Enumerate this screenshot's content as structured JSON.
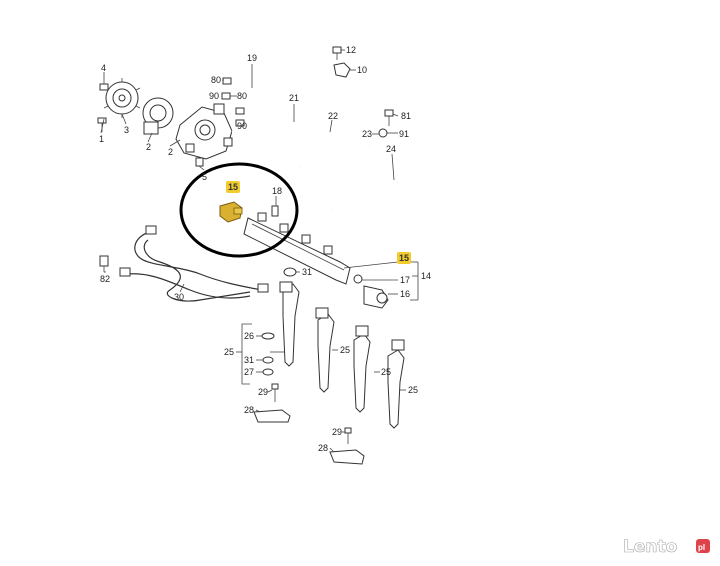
{
  "callouts": [
    {
      "id": "c4",
      "text": "4"
    },
    {
      "id": "c1",
      "text": "1"
    },
    {
      "id": "c3",
      "text": "3"
    },
    {
      "id": "c2a",
      "text": "2"
    },
    {
      "id": "c2b",
      "text": "2"
    },
    {
      "id": "c5",
      "text": "5"
    },
    {
      "id": "c80",
      "text": "80"
    },
    {
      "id": "c90a",
      "text": "90"
    },
    {
      "id": "c80b",
      "text": "80"
    },
    {
      "id": "c90b",
      "text": "90"
    },
    {
      "id": "c19",
      "text": "19"
    },
    {
      "id": "c12",
      "text": "12"
    },
    {
      "id": "c10",
      "text": "10"
    },
    {
      "id": "c21",
      "text": "21"
    },
    {
      "id": "c22",
      "text": "22"
    },
    {
      "id": "c81",
      "text": "81"
    },
    {
      "id": "c23",
      "text": "23"
    },
    {
      "id": "c91",
      "text": "91"
    },
    {
      "id": "c24",
      "text": "24"
    },
    {
      "id": "c18",
      "text": "18"
    },
    {
      "id": "c31a",
      "text": "31"
    },
    {
      "id": "c17",
      "text": "17"
    },
    {
      "id": "c16",
      "text": "16"
    },
    {
      "id": "c14",
      "text": "14"
    },
    {
      "id": "c82",
      "text": "82"
    },
    {
      "id": "c30",
      "text": "30"
    },
    {
      "id": "c26",
      "text": "26"
    },
    {
      "id": "c25a",
      "text": "25"
    },
    {
      "id": "c31b",
      "text": "31"
    },
    {
      "id": "c27",
      "text": "27"
    },
    {
      "id": "c25b",
      "text": "25"
    },
    {
      "id": "c25c",
      "text": "25"
    },
    {
      "id": "c25d",
      "text": "25"
    },
    {
      "id": "c29a",
      "text": "29"
    },
    {
      "id": "c28a",
      "text": "28"
    },
    {
      "id": "c29b",
      "text": "29"
    },
    {
      "id": "c28b",
      "text": "28"
    }
  ],
  "highlighted": [
    {
      "id": "h15a",
      "text": "15"
    },
    {
      "id": "h15b",
      "text": "15"
    }
  ],
  "watermark": {
    "text": "Lento",
    "badge": "pl"
  },
  "colors": {
    "highlight": "#f2cc2f",
    "circle": "#000000",
    "watermark_badge": "#d9232d"
  }
}
